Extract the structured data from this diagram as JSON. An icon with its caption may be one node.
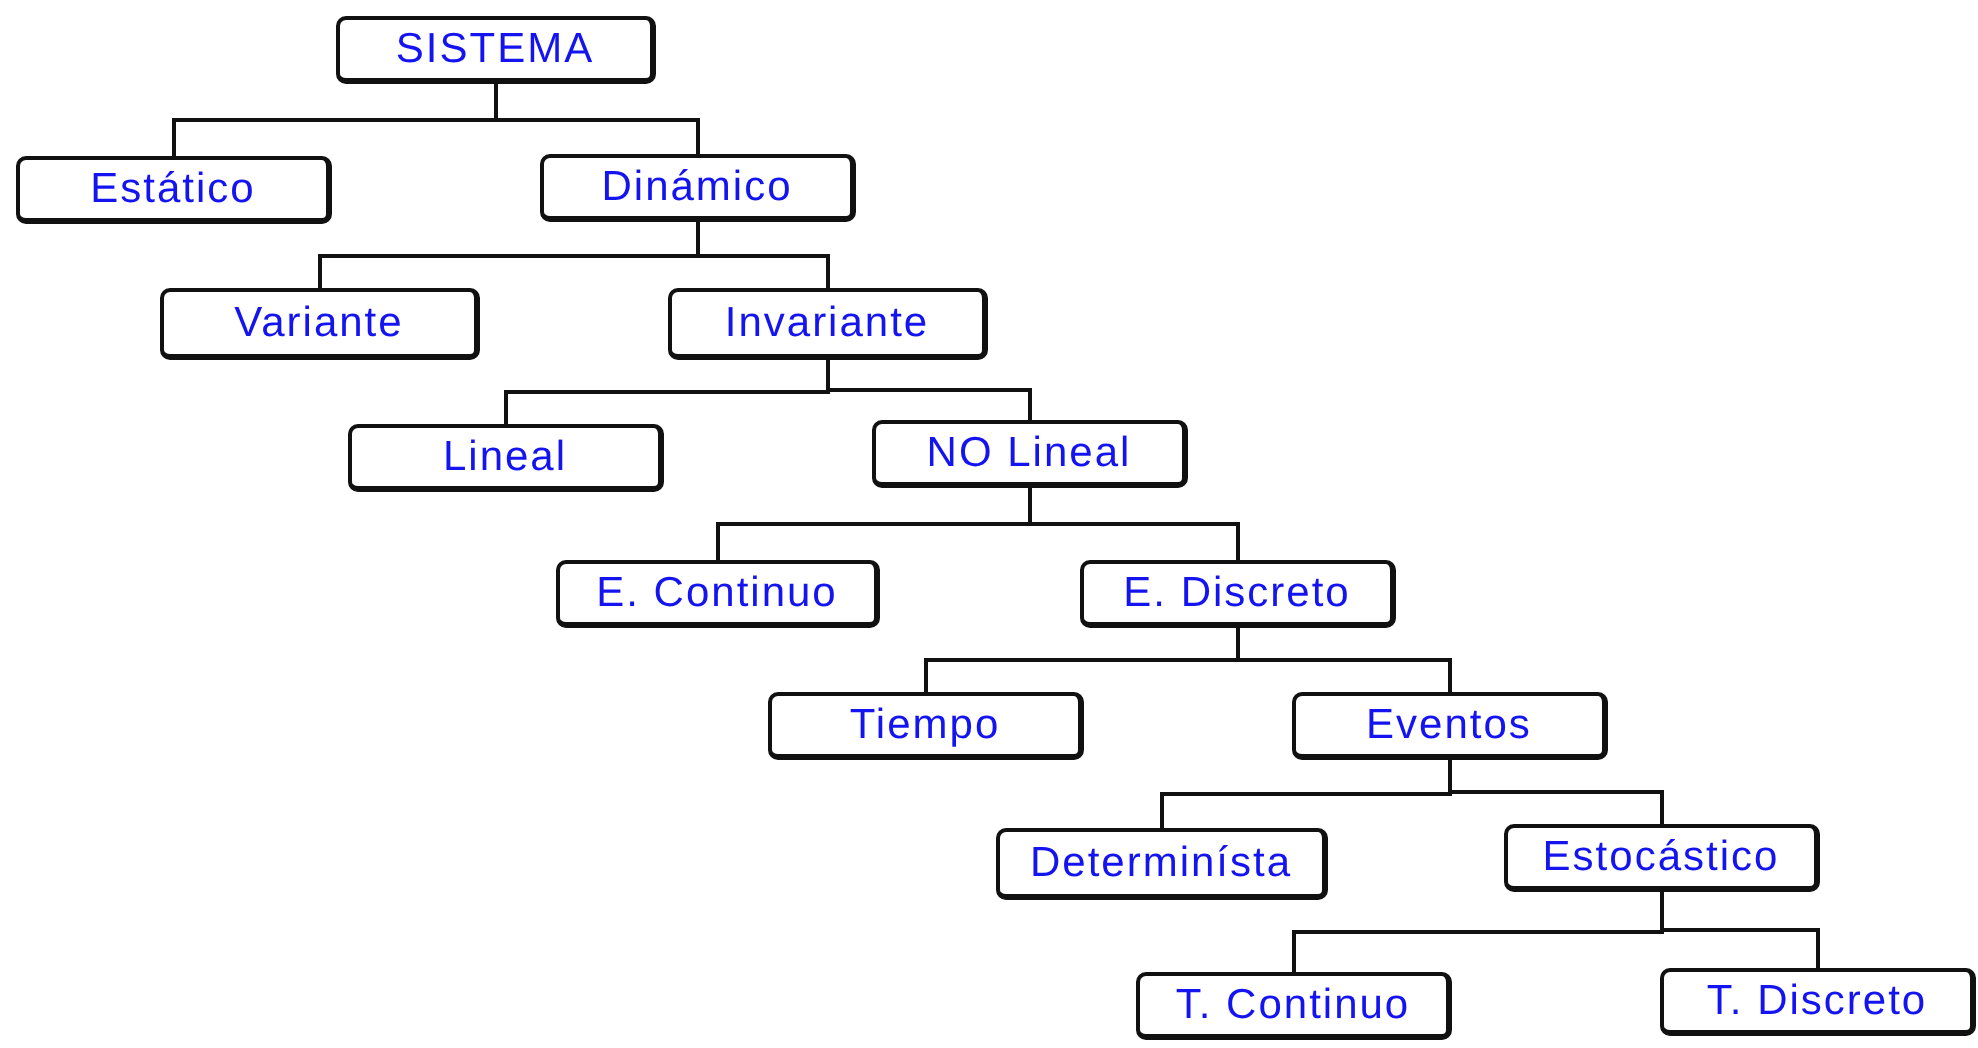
{
  "diagram": {
    "nodes": [
      {
        "text": [
          "SISTEMA"
        ]
      },
      {
        "text": [
          "Estático"
        ]
      },
      {
        "text": [
          "Dinámico"
        ]
      },
      {
        "text": [
          "Variante"
        ]
      },
      {
        "text": [
          "Invariante"
        ]
      },
      {
        "text": [
          "Lineal"
        ]
      },
      {
        "text": [
          "NO Lineal"
        ]
      },
      {
        "text": [
          "E. Continuo"
        ]
      },
      {
        "text": [
          "E. Discreto"
        ]
      },
      {
        "text": [
          "Tiempo"
        ]
      },
      {
        "text": [
          "Eventos"
        ]
      },
      {
        "text": [
          "Determinísta"
        ]
      },
      {
        "text": [
          "Estocástico"
        ]
      },
      {
        "text": [
          "T. Continuo"
        ]
      },
      {
        "text": [
          "T. Discreto"
        ]
      }
    ],
    "edges": [
      {
        "from": 0,
        "to": 1,
        "arrow": "none"
      },
      {
        "from": 0,
        "to": 2,
        "arrow": "none"
      },
      {
        "from": 2,
        "to": 3,
        "arrow": "none"
      },
      {
        "from": 2,
        "to": 4,
        "arrow": "none"
      },
      {
        "from": 4,
        "to": 5,
        "arrow": "none"
      },
      {
        "from": 4,
        "to": 6,
        "arrow": "none"
      },
      {
        "from": 6,
        "to": 7,
        "arrow": "none"
      },
      {
        "from": 6,
        "to": 8,
        "arrow": "none"
      },
      {
        "from": 8,
        "to": 9,
        "arrow": "none"
      },
      {
        "from": 8,
        "to": 10,
        "arrow": "none"
      },
      {
        "from": 10,
        "to": 11,
        "arrow": "none"
      },
      {
        "from": 10,
        "to": 12,
        "arrow": "none"
      },
      {
        "from": 12,
        "to": 13,
        "arrow": "none"
      },
      {
        "from": 12,
        "to": 14,
        "arrow": "none"
      }
    ]
  }
}
